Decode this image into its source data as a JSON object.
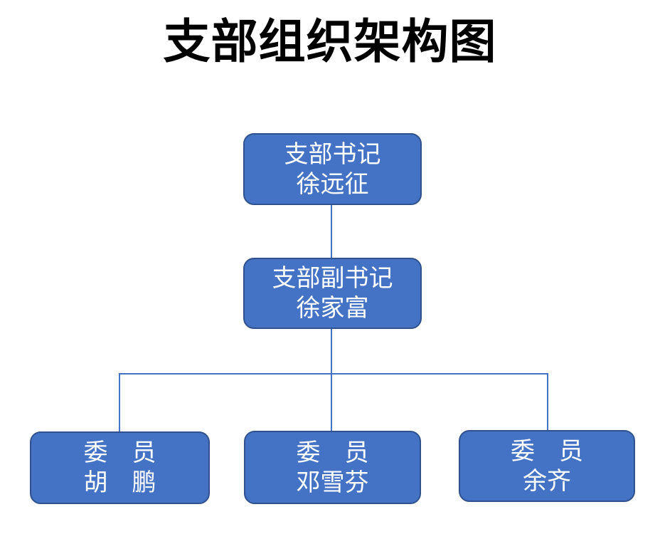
{
  "title": "支部组织架构图",
  "colors": {
    "node_fill": "#4472C4",
    "node_border": "#2F528F",
    "node_text": "#FFFFFF",
    "connector": "#4472C4",
    "title_text": "#000000",
    "background": "#FFFFFF"
  },
  "nodes": {
    "secretary": {
      "role": "支部书记",
      "name": "徐远征",
      "level": 1
    },
    "deputy": {
      "role": "支部副书记",
      "name": "徐家富",
      "level": 2
    },
    "member1": {
      "role": "委　员",
      "name": "胡　鹏",
      "level": 3
    },
    "member2": {
      "role": "委　员",
      "name": "邓雪芬",
      "level": 3
    },
    "member3": {
      "role": "委　员",
      "name": "余齐",
      "level": 3
    }
  },
  "hierarchy": {
    "root": "secretary",
    "edges": [
      {
        "from": "secretary",
        "to": "deputy"
      },
      {
        "from": "deputy",
        "to": "member1"
      },
      {
        "from": "deputy",
        "to": "member2"
      },
      {
        "from": "deputy",
        "to": "member3"
      }
    ]
  }
}
